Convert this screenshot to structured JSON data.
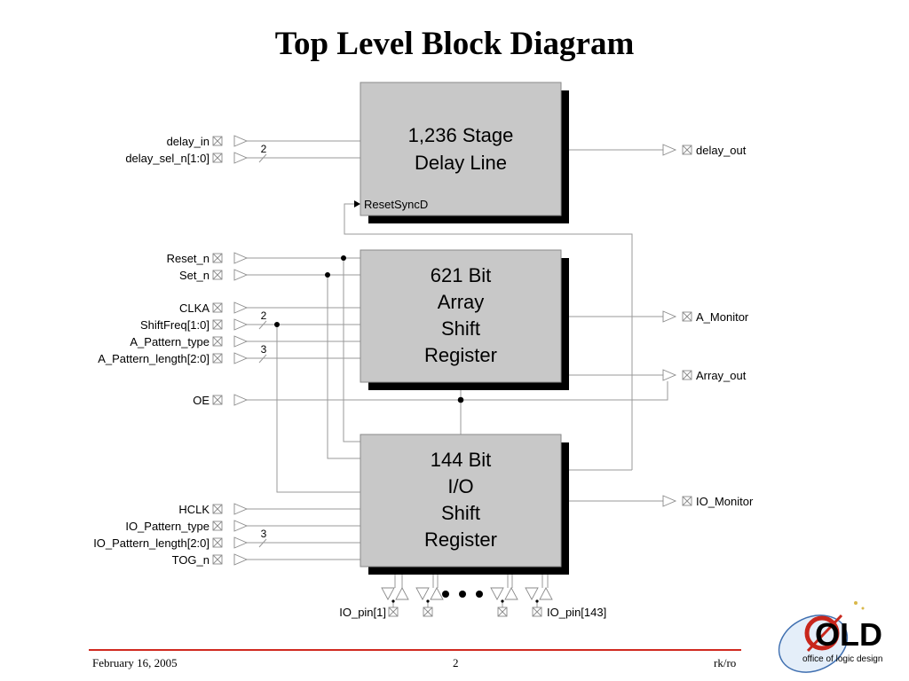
{
  "title": "Top Level Block Diagram",
  "blocks": {
    "delay_line": [
      "1,236 Stage",
      "Delay Line"
    ],
    "array_shift": [
      "621 Bit",
      "Array",
      "Shift",
      "Register"
    ],
    "io_shift": [
      "144 Bit",
      "I/O",
      "Shift",
      "Register"
    ],
    "reset_port": "ResetSyncD"
  },
  "inputs": {
    "delay_in": "delay_in",
    "delay_sel_n": "delay_sel_n[1:0]",
    "reset_n": "Reset_n",
    "set_n": "Set_n",
    "clka": "CLKA",
    "shiftfreq": "ShiftFreq[1:0]",
    "a_pattern_type": "A_Pattern_type",
    "a_pattern_length": "A_Pattern_length[2:0]",
    "oe": "OE",
    "hclk": "HCLK",
    "io_pattern_type": "IO_Pattern_type",
    "io_pattern_length": "IO_Pattern_length[2:0]",
    "tog_n": "TOG_n"
  },
  "outputs": {
    "delay_out": "delay_out",
    "a_monitor": "A_Monitor",
    "array_out": "Array_out",
    "io_monitor": "IO_Monitor"
  },
  "io_pins": {
    "first": "IO_pin[1]",
    "last": "IO_pin[143]"
  },
  "bus_widths": {
    "delay_sel": "2",
    "shiftfreq": "2",
    "a_pattern_length": "3",
    "io_pattern_length": "3"
  },
  "footer": {
    "date": "February 16, 2005",
    "page": "2",
    "author": "rk/ro"
  },
  "logo": {
    "word": "OLD",
    "tagline": "office of logic design"
  },
  "colors": {
    "block_fill": "#c8c8c8",
    "wire": "#9a9a9a",
    "footer_rule": "#d02a20",
    "logo_red": "#c8261c",
    "logo_blue": "#3f6fb0"
  }
}
